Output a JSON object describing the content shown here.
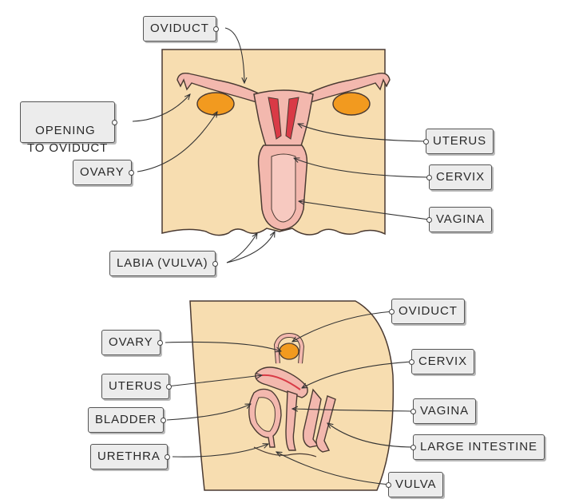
{
  "top_view": {
    "labels": {
      "oviduct": "OVIDUCT",
      "opening_to_oviduct": "OPENING\nTO OVIDUCT",
      "ovary": "OVARY",
      "uterus": "UTERUS",
      "cervix": "CERVIX",
      "vagina": "VAGINA",
      "labia": "LABIA (VULVA)"
    }
  },
  "side_view": {
    "labels": {
      "oviduct": "OVIDUCT",
      "ovary": "OVARY",
      "cervix": "CERVIX",
      "uterus": "UTERUS",
      "vagina": "VAGINA",
      "bladder": "BLADDER",
      "large_intestine": "LARGE INTESTINE",
      "urethra": "URETHRA",
      "vulva": "VULVA"
    }
  },
  "colors": {
    "background_panel": "#f7ddb0",
    "ovary": "#f29a1f",
    "uterus_tissue": "#f3b8ae",
    "uterus_lining": "#d93a46",
    "outline": "#4a3a32"
  }
}
